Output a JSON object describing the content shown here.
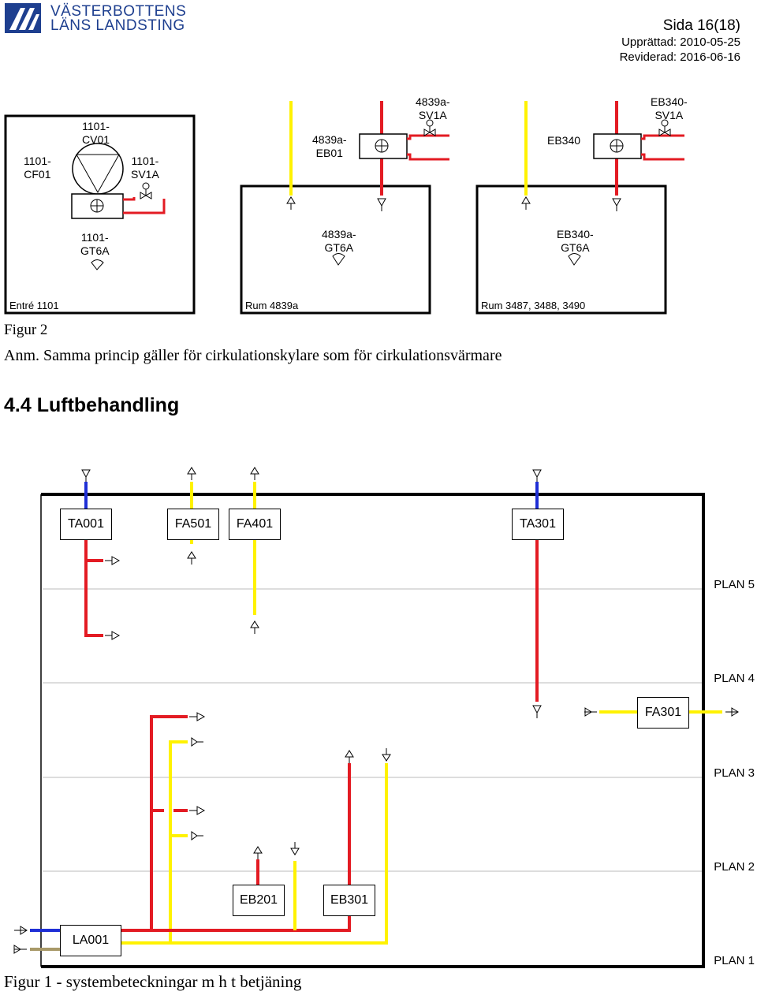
{
  "header": {
    "logo_line1": "VÄSTERBOTTENS",
    "logo_line2": "LÄNS LANDSTING",
    "page": "Sida 16(18)",
    "created": "Upprättad: 2010-05-25",
    "revised": "Reviderad: 2016-06-16"
  },
  "figure2": {
    "rooms": {
      "entre": "Entré 1101",
      "rum4839a": "Rum 4839a",
      "rum3487": "Rum 3487, 3488, 3490"
    },
    "labels": {
      "cf01": "1101-\nCF01",
      "cv01": "1101-\nCV01",
      "sv1a_1101": "1101-\nSV1A",
      "gt6a_1101": "1101-\nGT6A",
      "eb01_4839a": "4839a-\nEB01",
      "sv1a_4839a": "4839a-\nSV1A",
      "gt6a_4839a": "4839a-\nGT6A",
      "eb340": "EB340",
      "sv1a_eb340": "EB340-\nSV1A",
      "gt6a_eb340": "EB340-\nGT6A"
    },
    "caption": "Figur 2",
    "note": "Anm. Samma princip gäller för cirkulationskylare som för cirkulationsvärmare"
  },
  "section": {
    "heading": "4.4 Luftbehandling"
  },
  "figure1": {
    "units": {
      "ta001": "TA001",
      "fa501": "FA501",
      "fa401": "FA401",
      "ta301": "TA301",
      "fa301": "FA301",
      "eb201": "EB201",
      "eb301": "EB301",
      "la001": "LA001"
    },
    "plans": [
      "PLAN 5",
      "PLAN 4",
      "PLAN 3",
      "PLAN 2",
      "PLAN 1"
    ],
    "caption": "Figur 1 - systembeteckningar m h t betjäning",
    "colors": {
      "supply": "#e31b23",
      "extract": "#fff200",
      "outdoor": "#1f2fd6",
      "exhaust": "#a89968"
    }
  }
}
